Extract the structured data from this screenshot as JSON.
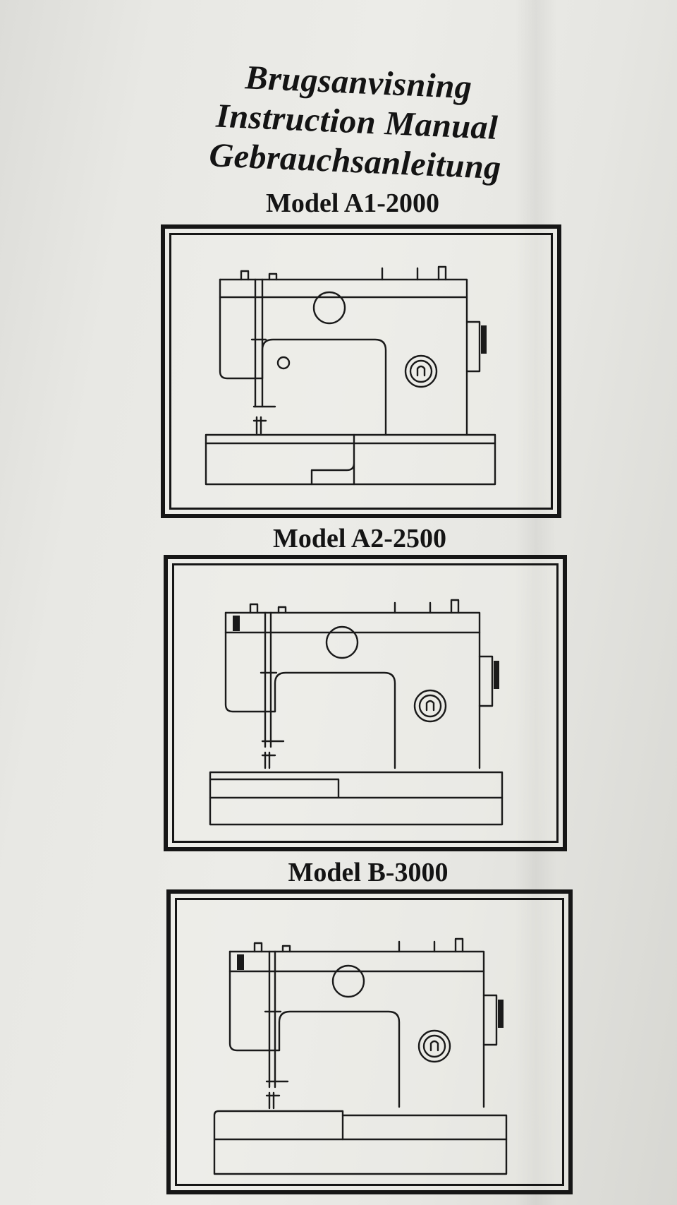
{
  "titles": {
    "danish": "Brugsanvisning",
    "english": "Instruction Manual",
    "german": "Gebrauchsanleitung"
  },
  "models": [
    {
      "label": "Model A1-2000",
      "illustration": "sewing-machine-icon"
    },
    {
      "label": "Model A2-2500",
      "illustration": "sewing-machine-icon"
    },
    {
      "label": "Model B-3000",
      "illustration": "sewing-machine-icon"
    }
  ],
  "colors": {
    "paper": "#e8e8e4",
    "ink": "#141414"
  }
}
